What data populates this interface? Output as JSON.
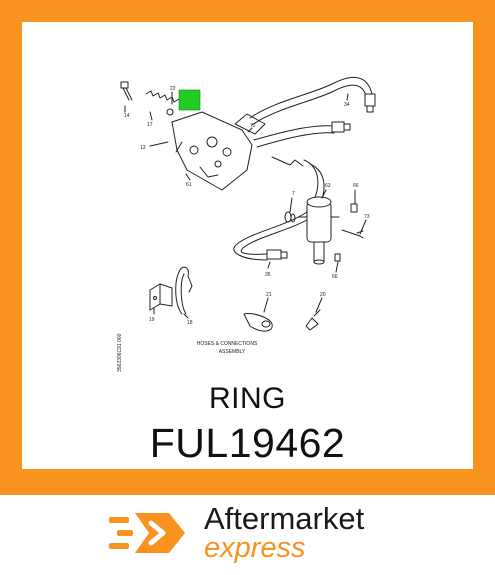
{
  "product": {
    "name": "RING",
    "part_number": "FUL19462"
  },
  "diagram": {
    "caption_line1": "HOSES & CONNECTIONS",
    "caption_line2": "ASSEMBLY",
    "side_code": "3562306C91 000",
    "callouts": [
      "14",
      "22",
      "17",
      "34",
      "72",
      "13",
      "61",
      "7",
      "63",
      "66",
      "73",
      "35",
      "66",
      "21",
      "20",
      "19",
      "18"
    ],
    "highlight_color": "#22cc22"
  },
  "brand": {
    "line1": "Aftermarket",
    "line2": "express",
    "accent_color": "#f7931e"
  }
}
